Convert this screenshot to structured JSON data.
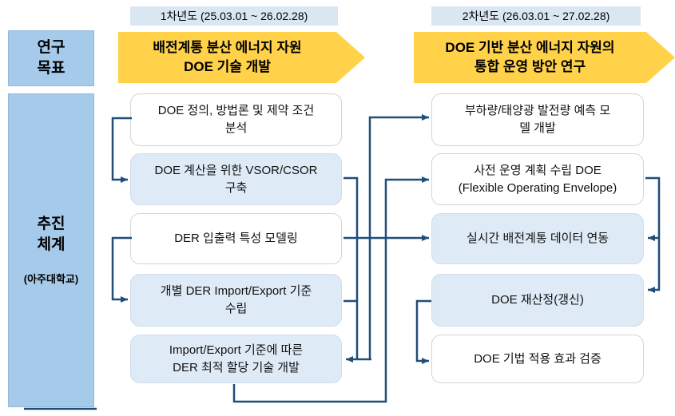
{
  "colors": {
    "connector_navy": "#1F4E79",
    "side_label_blue": "#A6CAEA",
    "task_highlight_blue": "#DEEAF6",
    "task_white": "#FFFFFF",
    "year_bar_blue": "#DAE7F3",
    "banner_yellow": "#FFD24A",
    "task_border_gray": "#D4D4D4"
  },
  "year_headers": {
    "year1": "1차년도 (25.03.01 ~ 26.02.28)",
    "year2": "2차년도 (26.03.01 ~ 27.02.28)"
  },
  "side_labels": {
    "goal": "연구\n목표",
    "system": "추진\n체계",
    "org": "(아주대학교)"
  },
  "banners": {
    "year1": "배전계통 분산 에너지 자원\nDOE 기술 개발",
    "year2": "DOE 기반 분산 에너지 자원의\n통합 운영 방안 연구"
  },
  "tasks": {
    "year1": [
      {
        "text": "DOE 정의, 방법론 및 제약 조건\n분석",
        "highlighted": false
      },
      {
        "text": "DOE 계산을 위한 VSOR/CSOR\n구축",
        "highlighted": true
      },
      {
        "text": "DER 입출력 특성 모델링",
        "highlighted": false
      },
      {
        "text": "개별 DER Import/Export 기준\n수립",
        "highlighted": true
      },
      {
        "text": "Import/Export 기준에 따른\nDER 최적 할당 기술 개발",
        "highlighted": true
      }
    ],
    "year2": [
      {
        "text": "부하량/태양광 발전량 예측 모\n델 개발",
        "highlighted": false
      },
      {
        "text": "사전 운영 계획 수립 DOE\n(Flexible Operating Envelope)",
        "highlighted": false
      },
      {
        "text": "실시간 배전계통 데이터 연동",
        "highlighted": true
      },
      {
        "text": "DOE 재산정(갱신)",
        "highlighted": true
      },
      {
        "text": "DOE 기법 적용 효과 검증",
        "highlighted": false
      }
    ]
  },
  "connections": [
    {
      "from": "year1-task-1",
      "to": "year1-task-2"
    },
    {
      "from": "year1-task-3",
      "to": "year1-task-4"
    },
    {
      "from": "year1-task-2",
      "to": "year1-task-5"
    },
    {
      "from": "year1-task-4",
      "to": "year1-task-5"
    },
    {
      "from": "year1-task-5",
      "to": "year2-task-1"
    },
    {
      "from": "year1-task-3",
      "to": "year2-task-3"
    },
    {
      "from": "year1-task-5",
      "to": "year2-task-2"
    },
    {
      "from": "year2-task-2",
      "to": "year2-task-3"
    },
    {
      "from": "year2-task-2",
      "to": "year2-task-4"
    },
    {
      "from": "year2-task-4",
      "to": "year2-task-5"
    }
  ]
}
